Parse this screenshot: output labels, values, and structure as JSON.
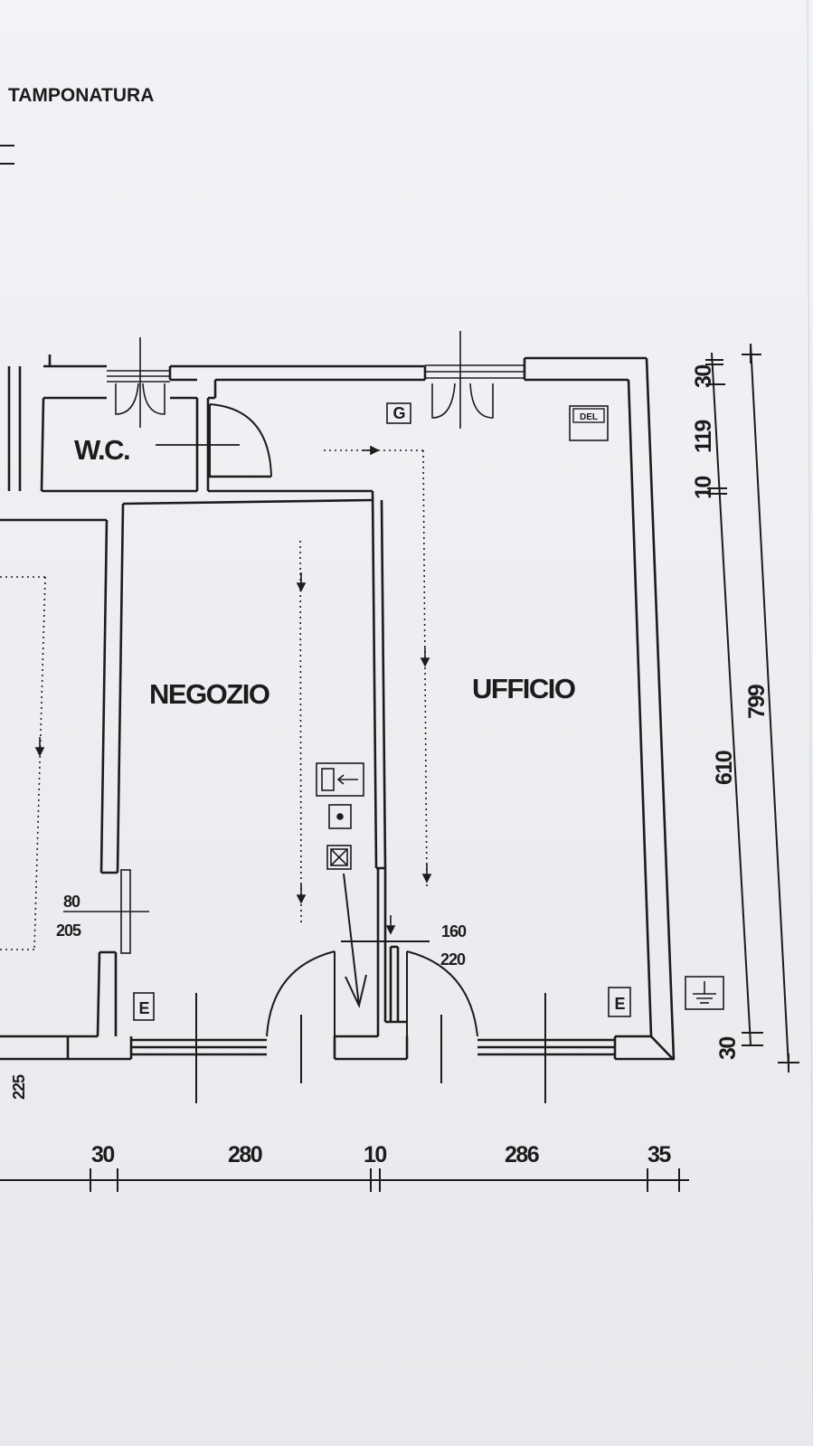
{
  "title": "TAMPONATURA",
  "rooms": {
    "wc": "W.C.",
    "negozio": "NEGOZIO",
    "ufficio": "UFFICIO"
  },
  "doors": {
    "left_width": "80",
    "left_height": "205",
    "main_width": "160",
    "main_height": "220"
  },
  "bottom_dimensions": [
    "30",
    "280",
    "10",
    "286",
    "35"
  ],
  "right_dimensions": {
    "top": "30",
    "upper": "119",
    "mid": "10",
    "main": "610",
    "total": "799",
    "bottom": "30"
  },
  "left_height_mark": "225",
  "symbols": {
    "gas": "G",
    "meter": "DEL",
    "exit_left": "E",
    "exit_right": "E"
  },
  "colors": {
    "ink": "#1c1c1c",
    "paper": "#eceef1"
  }
}
